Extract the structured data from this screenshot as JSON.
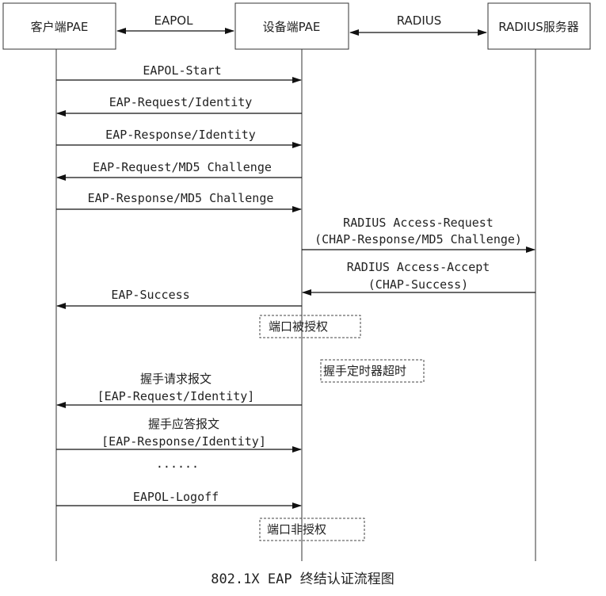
{
  "participants": {
    "client": "客户端PAE",
    "device": "设备端PAE",
    "server": "RADIUS服务器"
  },
  "protocols": {
    "eapol": "EAPOL",
    "radius": "RADIUS"
  },
  "messages": {
    "eapol_start": "EAPOL-Start",
    "eap_request_identity": "EAP-Request/Identity",
    "eap_response_identity": "EAP-Response/Identity",
    "eap_request_md5": "EAP-Request/MD5 Challenge",
    "eap_response_md5": "EAP-Response/MD5 Challenge",
    "radius_access_request": "RADIUS Access-Request",
    "radius_access_request_sub": "(CHAP-Response/MD5 Challenge)",
    "radius_access_accept": "RADIUS Access-Accept",
    "radius_access_accept_sub": "(CHAP-Success)",
    "eap_success": "EAP-Success",
    "handshake_request": "握手请求报文",
    "handshake_request_sub": "[EAP-Request/Identity]",
    "handshake_response": "握手应答报文",
    "handshake_response_sub": "[EAP-Response/Identity]",
    "ellipsis": "......",
    "eapol_logoff": "EAPOL-Logoff"
  },
  "notes": {
    "port_authorized": "端口被授权",
    "handshake_timer": "握手定时器超时",
    "port_unauthorized": "端口非授权"
  },
  "caption": "802.1X EAP 终结认证流程图"
}
